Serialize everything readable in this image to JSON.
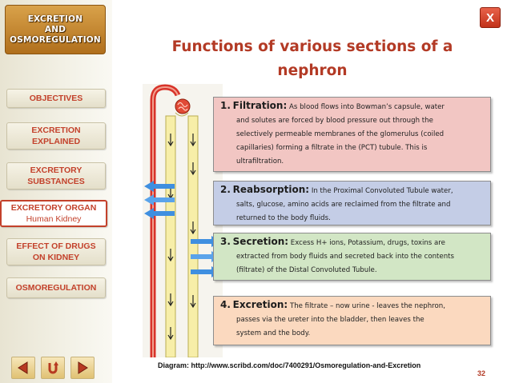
{
  "sidebar": {
    "logo": {
      "line1": "EXCRETION",
      "line2": "AND",
      "line3": "OSMOREGULATION"
    },
    "items": [
      {
        "label": "OBJECTIVES",
        "sub": ""
      },
      {
        "label": "EXCRETION",
        "sub": "EXPLAINED"
      },
      {
        "label": "EXCRETORY",
        "sub": "SUBSTANCES"
      },
      {
        "label": "EXCRETORY ORGAN",
        "sub": "Human Kidney"
      },
      {
        "label": "EFFECT OF DRUGS",
        "sub": "ON KIDNEY"
      },
      {
        "label": "OSMOREGULATION",
        "sub": ""
      }
    ],
    "active_index": 3
  },
  "close_label": "X",
  "title": {
    "line1": "Functions of various sections of a",
    "line2": "nephron"
  },
  "boxes": [
    {
      "number": "1.",
      "heading": "Filtration",
      "lines": [
        "As blood flows into Bowman’s capsule, water",
        "and solutes are forced by blood pressure out through the",
        "selectively permeable membranes of the glomerulus (coiled",
        "capillaries) forming a filtrate in the  (PCT)  tubule.  This is",
        "ultrafiltration."
      ]
    },
    {
      "number": "2.",
      "heading": "Reabsorption",
      "lines": [
        "In the Proximal Convoluted Tubule water,",
        "salts, glucose, amino acids are reclaimed from the filtrate  and",
        "returned to the body fluids."
      ]
    },
    {
      "number": "3.",
      "heading": "Secretion",
      "lines": [
        "Excess H+ ions, Potassium, drugs, toxins are",
        "extracted from body fluids and secreted back into the contents",
        "(filtrate)  of the Distal Convoluted  Tubule."
      ]
    },
    {
      "number": "4.",
      "heading": "Excretion",
      "lines": [
        "The filtrate – now urine - leaves the nephron,",
        "passes via the ureter into the bladder, then leaves the",
        "system and the body."
      ]
    }
  ],
  "caption": "Diagram: http://www.scribd.com/doc/7400291/Osmoregulation-and-Excretion",
  "page_number": "32",
  "colors": {
    "accent": "#b33a25",
    "box1": "#f2c6c3",
    "box2": "#c4cde6",
    "box3": "#d2e6c5",
    "box4": "#fbd9bf",
    "blood_vessel": "#d8332a",
    "tubule": "#f7eea8",
    "arrow_blue": "#3f8fe0"
  },
  "nav_icons": [
    "prev-arrow-icon",
    "return-icon",
    "next-arrow-icon"
  ]
}
